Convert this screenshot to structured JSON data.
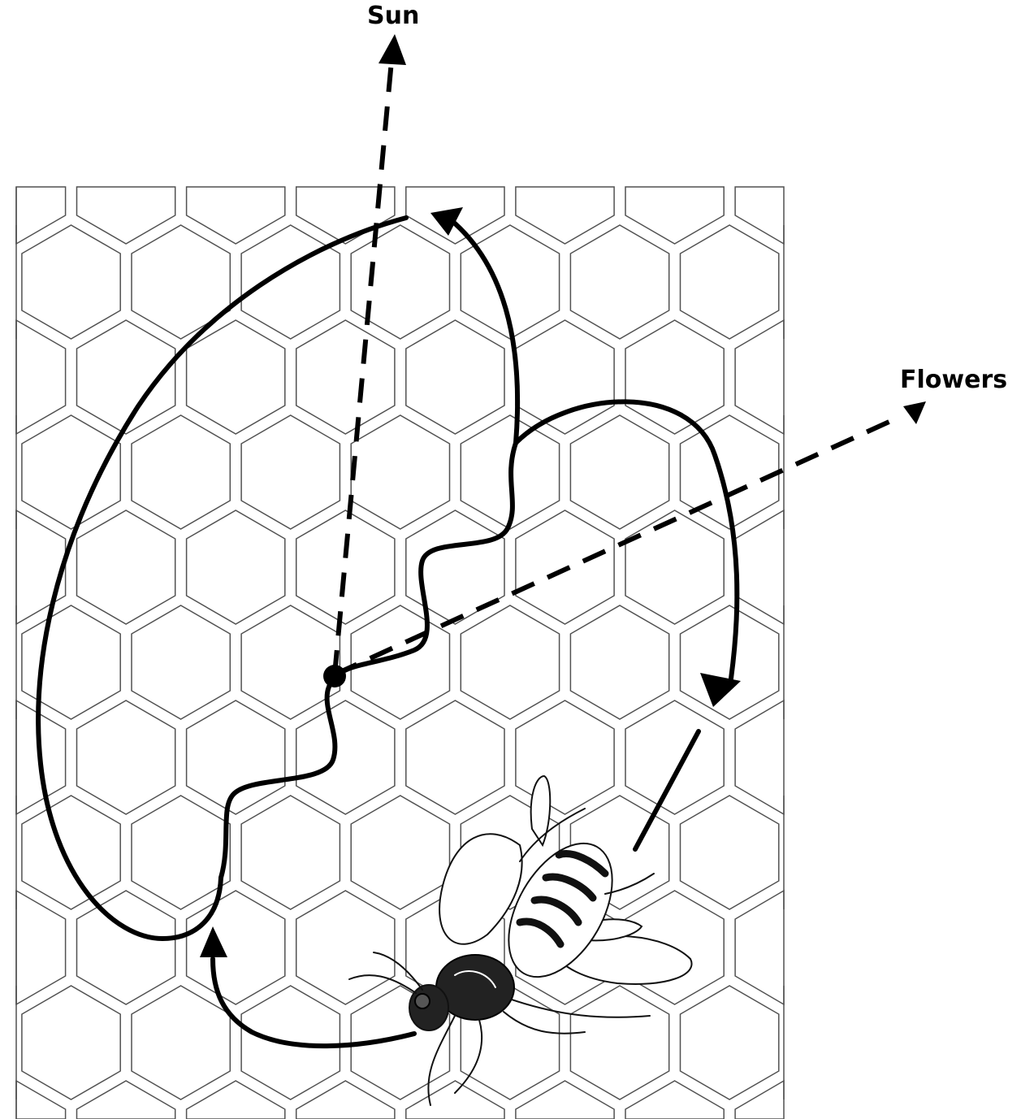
{
  "labels": {
    "sun": "Sun",
    "flowers": "Flowers"
  },
  "colors": {
    "ink": "#000000",
    "comb_line": "#333333",
    "background": "#ffffff"
  },
  "icons": {
    "bee": "honeybee-illustration",
    "comb": "honeycomb-cells"
  }
}
